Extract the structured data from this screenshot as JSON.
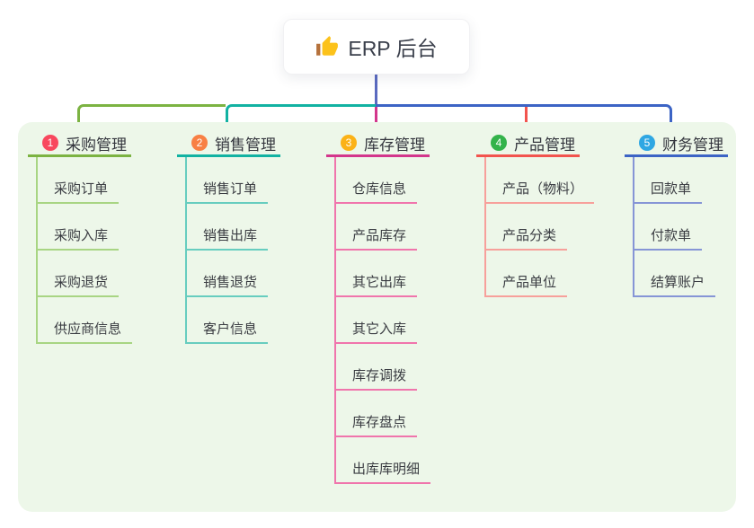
{
  "root": {
    "label": "ERP 后台",
    "icon": "thumbs-up-icon"
  },
  "colors": {
    "page_bg": "#ffffff",
    "panel_bg": "#edf7e9",
    "root_line": "#5a6ac0",
    "title_text": "#33353d",
    "child_text": "#3a3c42"
  },
  "branches": [
    {
      "index": "1",
      "title": "采购管理",
      "color": "#7cb342",
      "light_color": "#a8d583",
      "badge_color": "#f8485e",
      "children": [
        "采购订单",
        "采购入库",
        "采购退货",
        "供应商信息"
      ]
    },
    {
      "index": "2",
      "title": "销售管理",
      "color": "#12b2a2",
      "light_color": "#67cdbf",
      "badge_color": "#f88044",
      "children": [
        "销售订单",
        "销售出库",
        "销售退货",
        "客户信息"
      ]
    },
    {
      "index": "3",
      "title": "库存管理",
      "color": "#d3368c",
      "light_color": "#f075ac",
      "badge_color": "#fbb217",
      "children": [
        "仓库信息",
        "产品库存",
        "其它出库",
        "其它入库",
        "库存调拨",
        "库存盘点",
        "出库库明细"
      ]
    },
    {
      "index": "4",
      "title": "产品管理",
      "color": "#f2544e",
      "light_color": "#f7a09b",
      "badge_color": "#33b34a",
      "children": [
        "产品（物料）",
        "产品分类",
        "产品单位"
      ]
    },
    {
      "index": "5",
      "title": "财务管理",
      "color": "#3c64c5",
      "light_color": "#8695d6",
      "badge_color": "#2fa7e3",
      "children": [
        "回款单",
        "付款单",
        "结算账户"
      ]
    }
  ]
}
